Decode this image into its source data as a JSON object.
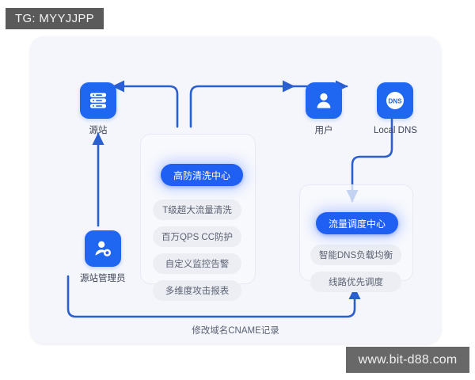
{
  "overlay": {
    "tg_tag": "TG: MYYJJPP",
    "watermark": "www.bit-d88.com"
  },
  "diagram": {
    "nodes": [
      {
        "id": "origin",
        "label": "源站",
        "icon": "server-icon"
      },
      {
        "id": "user",
        "label": "用户",
        "icon": "user-icon"
      },
      {
        "id": "dns",
        "label": "Local DNS",
        "icon": "dns-icon"
      },
      {
        "id": "admin",
        "label": "源站管理员",
        "icon": "admin-user-gear-icon"
      }
    ],
    "groups": [
      {
        "id": "clean",
        "title": "高防清洗中心",
        "items": [
          "T级超大流量清洗",
          "百万QPS CC防护",
          "自定义监控告警",
          "多维度攻击报表"
        ]
      },
      {
        "id": "sched",
        "title": "流量调度中心",
        "items": [
          "智能DNS负载均衡",
          "线路优先调度"
        ]
      }
    ],
    "edge_label": "修改域名CNAME记录",
    "dns_icon_text": "DNS"
  },
  "colors": {
    "brand_blue": "#1f5ff2",
    "icon_blue": "#1f66f0",
    "arrow_blue": "#2a5fd0",
    "card_bg": "#f5f6fb",
    "pill_gray": "#eceef3",
    "text_dark": "#3d4456",
    "text_muted": "#5a6172",
    "overlay_gray": "#5a5a5a"
  }
}
